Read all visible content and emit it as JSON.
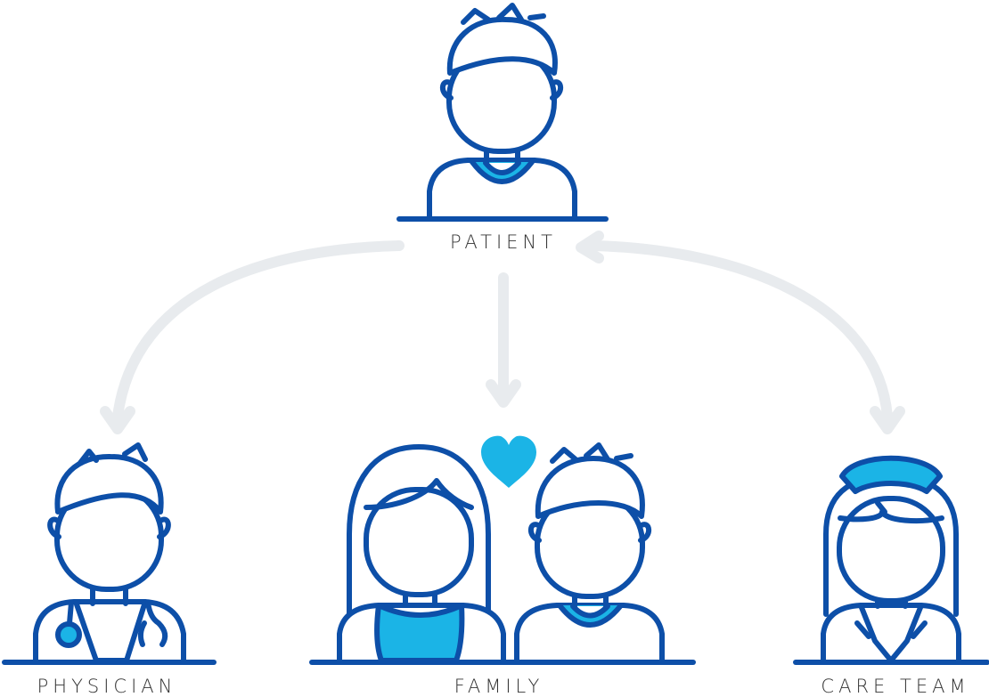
{
  "labels": {
    "patient": "PATIENT",
    "physician": "PHYSICIAN",
    "family": "FAMILY",
    "care_team": "CARE TEAM"
  },
  "icons": {
    "patient": "patient-avatar-icon",
    "physician": "physician-avatar-icon",
    "family_woman": "woman-avatar-icon",
    "family_man": "man-avatar-icon",
    "heart": "heart-icon",
    "care_team": "nurse-avatar-icon"
  },
  "colors": {
    "outline": "#0d4fa8",
    "accent": "#1bb4e6",
    "arrow": "#e8ebee",
    "text": "#333333"
  }
}
